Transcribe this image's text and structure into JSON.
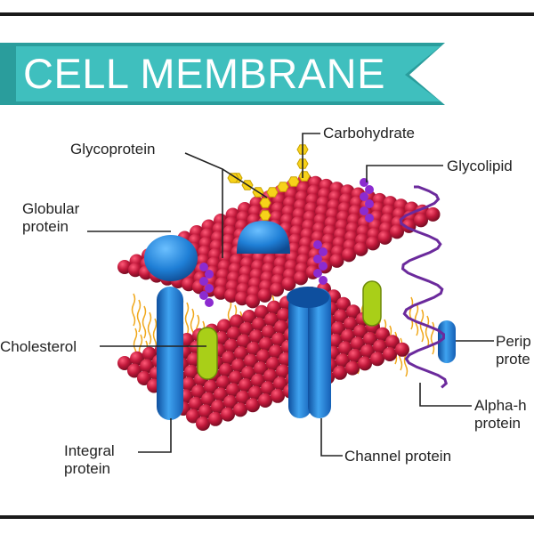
{
  "title": "CELL MEMBRANE",
  "labels": {
    "glycoprotein": "Glycoprotein",
    "carbohydrate": "Carbohydrate",
    "glycolipid": "Glycolipid",
    "globular_line1": "Globular",
    "globular_line2": "protein",
    "cholesterol": "Cholesterol",
    "integral_line1": "Integral",
    "integral_line2": "protein",
    "channel": "Channel protein",
    "peripheral_line1": "Perip",
    "peripheral_line2": "prote",
    "alpha_line1": "Alpha-h",
    "alpha_line2": "protein"
  },
  "colors": {
    "banner": "#3fbfbe",
    "banner_dark": "#2a9d9c",
    "phospholipid": "#c0183a",
    "protein": "#1f7fd6",
    "carbohydrate": "#f7d21a",
    "glycolipid": "#8c2bd0",
    "cholesterol": "#a9cf18",
    "tail": "#f0a81c",
    "helix": "#6b2a9c"
  }
}
